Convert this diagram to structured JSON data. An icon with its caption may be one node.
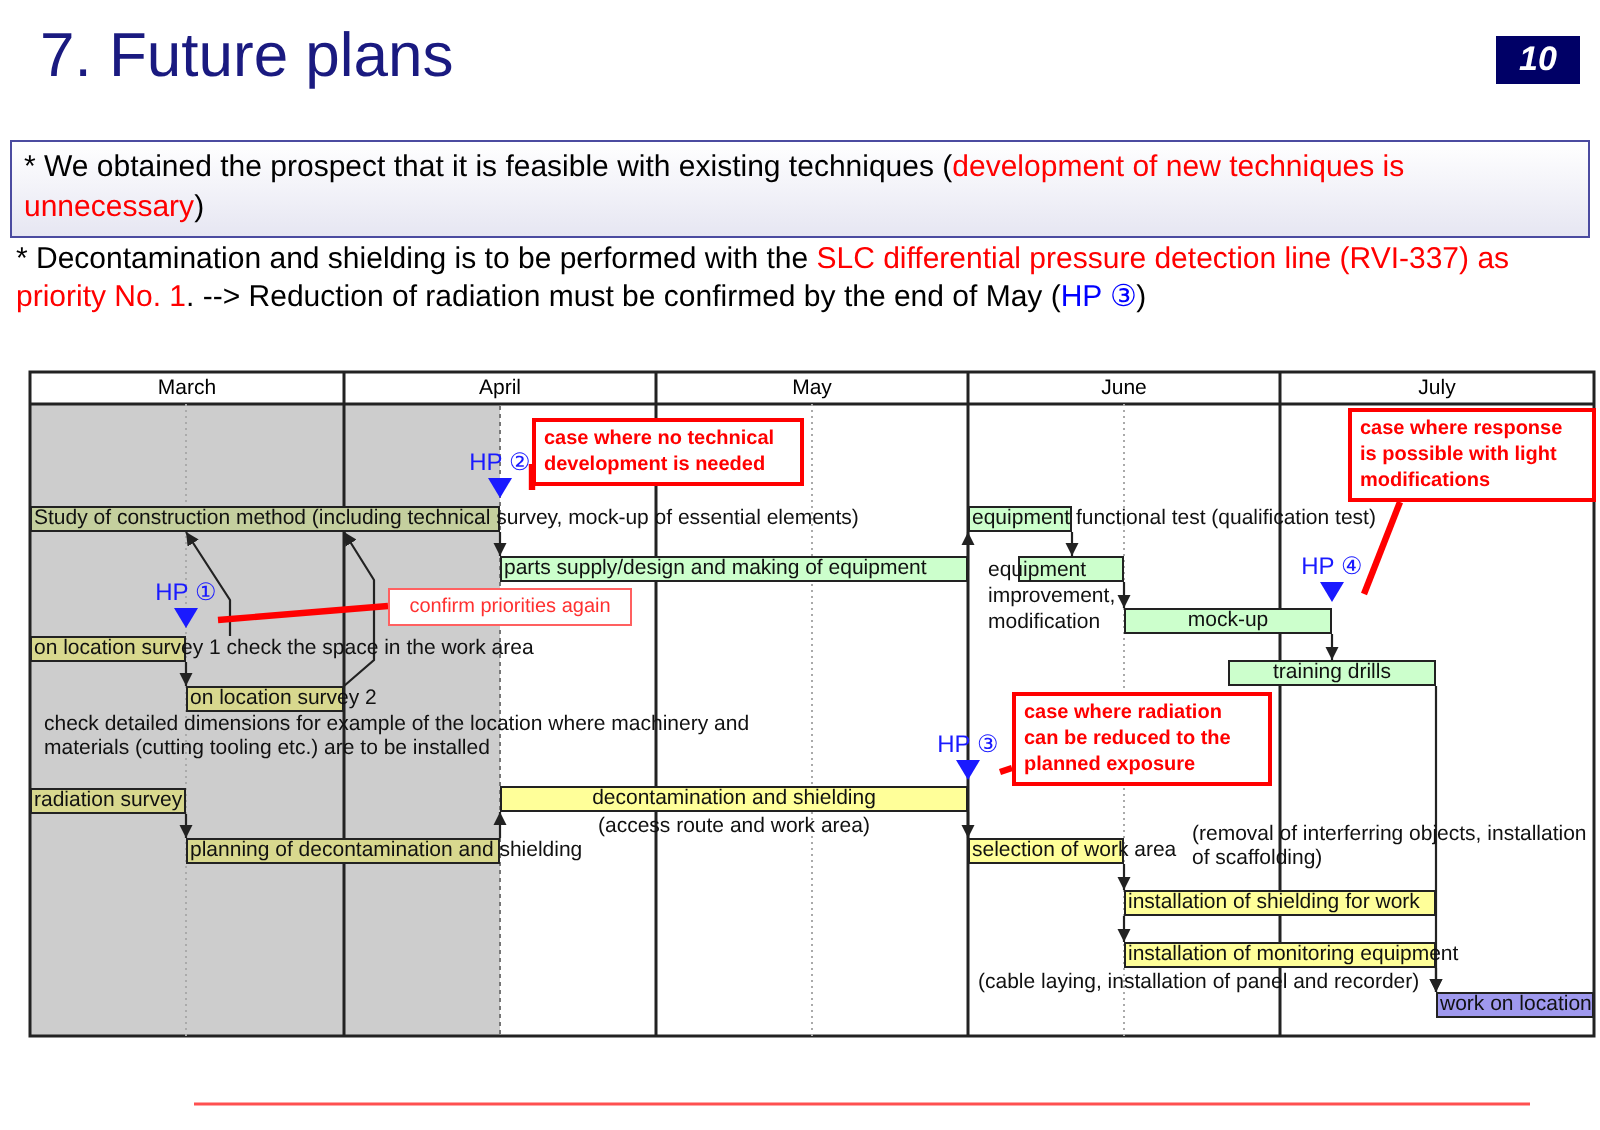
{
  "diagram": {
    "title": "7. Future plans",
    "nodes": [
      {
        "text": [
          "* We obtained the prospect that it is feasible with existing techniques (*development of new techniques is unnecessary*)"
        ]
      },
      {
        "text": [
          "Study of construction method (including technical survey, mock-up of essential elements)"
        ]
      },
      {
        "text": [
          "on location survey 1 check the space in the work area"
        ]
      },
      {
        "text": [
          "on location survey 2"
        ]
      },
      {
        "text": [
          "radiation survey"
        ]
      },
      {
        "text": [
          "planning of decontamination and shielding"
        ]
      },
      {
        "text": [
          "parts supply/design and making of equipment"
        ]
      },
      {
        "text": [
          "decontamination and shielding"
        ],
        "beside": [
          "(access route and work area)"
        ]
      },
      {
        "text": [
          "equipment functional test (qualification test)"
        ]
      },
      {
        "text": [
          "equipment improvement, modification"
        ]
      },
      {
        "text": [
          "mock-up"
        ]
      },
      {
        "text": [
          "training drills"
        ]
      },
      {
        "text": [
          "selection of work area"
        ]
      },
      {
        "text": [
          "installation of shielding for work"
        ]
      },
      {
        "text": [
          "installation of monitoring equipment"
        ],
        "beside": [
          "(cable laying, installation of panel and recorder)"
        ]
      },
      {
        "text": [
          "work on location"
        ]
      },
      {
        "text": [
          "HP ①"
        ]
      },
      {
        "text": [
          "HP ②"
        ]
      },
      {
        "text": [
          "HP ③"
        ]
      },
      {
        "text": [
          "HP ④"
        ]
      },
      {
        "text": [
          "confirm priorities again"
        ]
      },
      {
        "text": [
          "case where no technical development is needed"
        ]
      },
      {
        "text": [
          "case where radiation can be reduced to the planned exposure"
        ]
      },
      {
        "text": [
          "case where response is possible with light modifications"
        ]
      }
    ],
    "edges": [
      {
        "from": 2,
        "to": 3,
        "arrow": "to"
      },
      {
        "from": 2,
        "to": 1,
        "arrow": "to"
      },
      {
        "from": 3,
        "to": 1,
        "arrow": "to"
      },
      {
        "from": 1,
        "to": 6,
        "arrow": "to"
      },
      {
        "from": 4,
        "to": 5,
        "arrow": "to"
      },
      {
        "from": 5,
        "to": 7,
        "arrow": "to"
      },
      {
        "from": 6,
        "to": 8,
        "arrow": "to"
      },
      {
        "from": 8,
        "to": 9,
        "arrow": "to"
      },
      {
        "from": 9,
        "to": 10,
        "arrow": "to"
      },
      {
        "from": 10,
        "to": 11,
        "arrow": "to"
      },
      {
        "from": 7,
        "to": 12,
        "arrow": "to"
      },
      {
        "from": 12,
        "to": 13,
        "arrow": "to"
      },
      {
        "from": 13,
        "to": 14,
        "arrow": "to"
      },
      {
        "from": 11,
        "to": 15,
        "arrow": "to"
      },
      {
        "from": 14,
        "to": 15,
        "arrow": "to"
      },
      {
        "from": 20,
        "to": 16,
        "arrow": "none",
        "style": "thick",
        "color": "#ff0000"
      },
      {
        "from": 21,
        "to": 17,
        "arrow": "none",
        "style": "thick",
        "color": "#ff0000"
      },
      {
        "from": 22,
        "to": 18,
        "arrow": "none",
        "style": "thick",
        "color": "#ff0000"
      },
      {
        "from": 23,
        "to": 19,
        "arrow": "none",
        "style": "thick",
        "color": "#ff0000"
      }
    ],
    "labels": [
      "10",
      "* Decontamination and shielding is to be performed with the *SLC differential pressure detection line (RVI-337) as priority No. 1*. --> Reduction of radiation must be confirmed by the end of May (**HP ③**)",
      "March",
      "April",
      "May",
      "June",
      "July",
      "check detailed dimensions for example of the location where machinery and materials (cutting tooling etc.) are to be installed",
      "(removal of interferring objects, installation of scaffolding)"
    ]
  }
}
